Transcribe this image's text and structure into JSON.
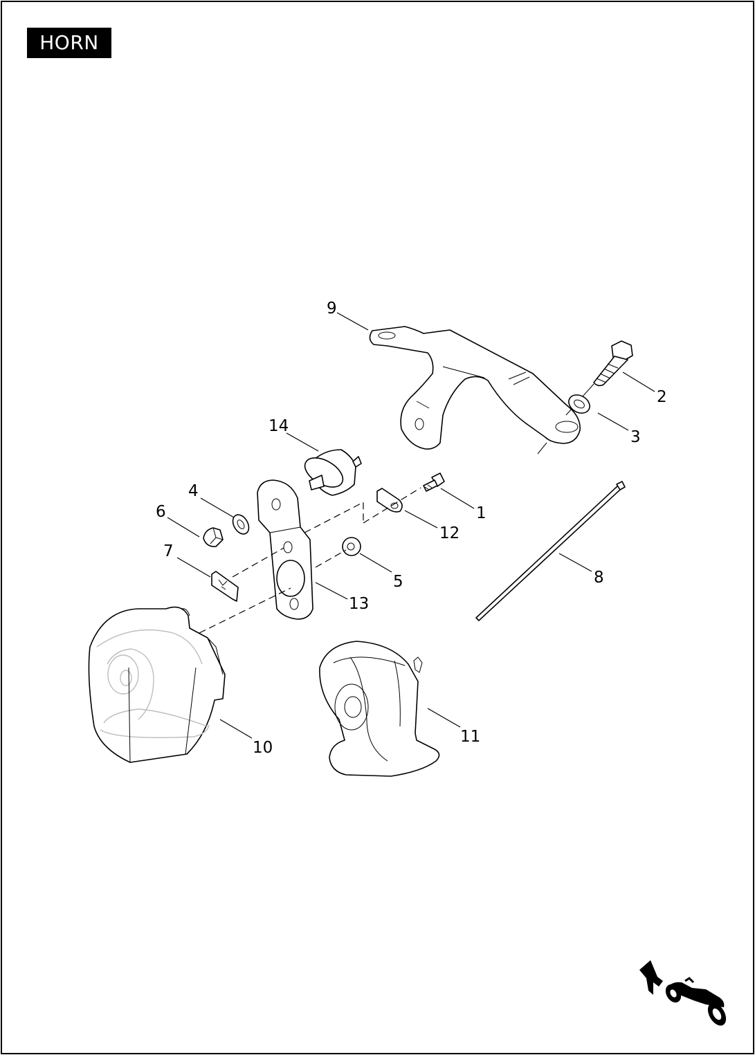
{
  "title": "HORN",
  "callouts": [
    "1",
    "2",
    "3",
    "4",
    "5",
    "6",
    "7",
    "8",
    "9",
    "10",
    "11",
    "12",
    "13",
    "14"
  ]
}
